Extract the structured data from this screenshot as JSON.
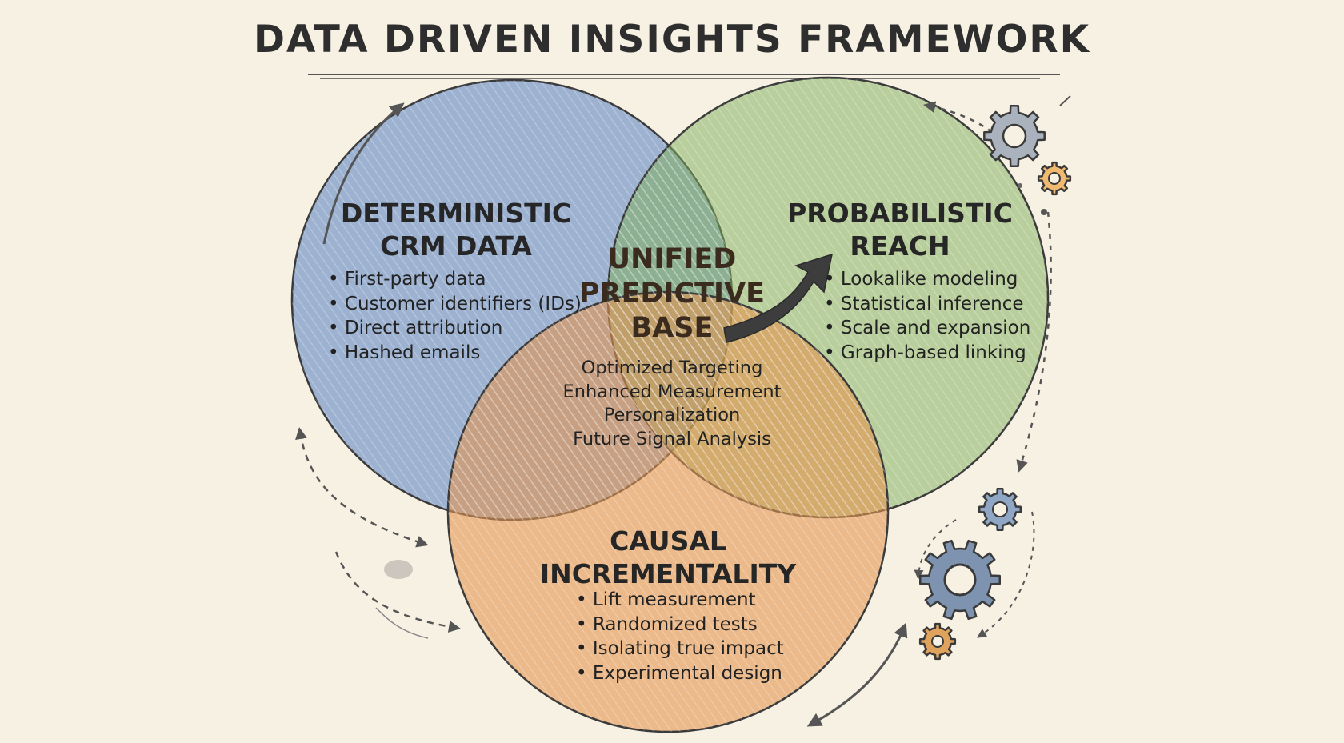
{
  "title": "DATA DRIVEN INSIGHTS FRAMEWORK",
  "sets": {
    "deterministic": {
      "heading_lines": [
        "DETERMINISTIC",
        "CRM DATA"
      ],
      "items": [
        "First-party data",
        "Customer identifiers (IDs)",
        "Direct attribution",
        "Hashed emails"
      ],
      "color": "#5b84c4"
    },
    "probabilistic": {
      "heading_lines": [
        "PROBABILISTIC",
        "REACH"
      ],
      "items": [
        "Lookalike modeling",
        "Statistical inference",
        "Scale and expansion",
        "Graph-based linking"
      ],
      "color": "#7faf5a"
    },
    "causal": {
      "heading_lines": [
        "CAUSAL",
        "INCREMENTALITY"
      ],
      "items": [
        "Lift measurement",
        "Randomized tests",
        "Isolating true impact",
        "Experimental design"
      ],
      "color": "#e2954e"
    }
  },
  "core": {
    "heading_lines": [
      "UNIFIED",
      "PREDICTIVE",
      "BASE"
    ],
    "items": [
      "Optimized Targeting",
      "Enhanced Measurement",
      "Personalization",
      "Future Signal Analysis"
    ]
  },
  "colors": {
    "background": "#f7f1e3",
    "outline": "#3a3a3a",
    "gear_blue": "#7d93b0",
    "gear_orange": "#e0a35e"
  }
}
